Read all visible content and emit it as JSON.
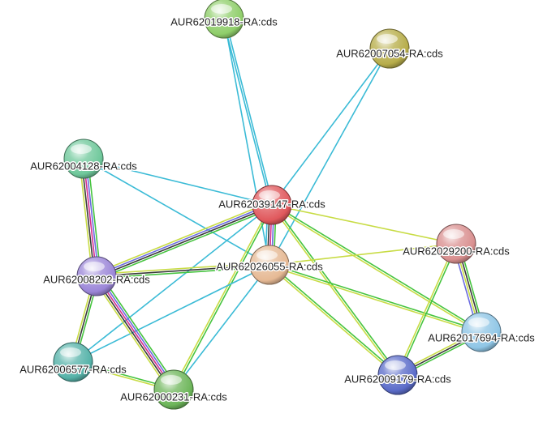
{
  "network": {
    "nodes": [
      {
        "id": "n1",
        "label": "AUR62019918-RA:cds",
        "color": "#8fce6a"
      },
      {
        "id": "n2",
        "label": "AUR62007054-RA:cds",
        "color": "#b7ad4a"
      },
      {
        "id": "n3",
        "label": "AUR62004128-RA:cds",
        "color": "#6fc89b"
      },
      {
        "id": "n4",
        "label": "AUR62039147-RA:cds",
        "color": "#e0585c"
      },
      {
        "id": "n5",
        "label": "AUR62029200-RA:cds",
        "color": "#d98f8f"
      },
      {
        "id": "n6",
        "label": "AUR62026055-RA:cds",
        "color": "#e6b994"
      },
      {
        "id": "n7",
        "label": "AUR62008202-RA:cds",
        "color": "#9b86d8"
      },
      {
        "id": "n8",
        "label": "AUR62017694-RA:cds",
        "color": "#8fc6e6"
      },
      {
        "id": "n9",
        "label": "AUR62006577-RA:cds",
        "color": "#56b3a9"
      },
      {
        "id": "n10",
        "label": "AUR62009179-RA:cds",
        "color": "#5b6cc9"
      },
      {
        "id": "n11",
        "label": "AUR62000231-RA:cds",
        "color": "#6db65a"
      }
    ],
    "evidence_colors": {
      "database": "#3bbbd6",
      "textmining": "#c8dc45",
      "coexpression": "#3a3a3a",
      "experiments": "#d6318f",
      "neighborhood": "#46c43f",
      "homology": "#6b6be0"
    },
    "edges": [
      {
        "source": "n1",
        "target": "n4",
        "evidence": [
          "database",
          "database"
        ]
      },
      {
        "source": "n1",
        "target": "n6",
        "evidence": [
          "database"
        ]
      },
      {
        "source": "n2",
        "target": "n4",
        "evidence": [
          "database"
        ]
      },
      {
        "source": "n2",
        "target": "n6",
        "evidence": [
          "database"
        ]
      },
      {
        "source": "n3",
        "target": "n4",
        "evidence": [
          "database"
        ]
      },
      {
        "source": "n3",
        "target": "n6",
        "evidence": [
          "database"
        ]
      },
      {
        "source": "n3",
        "target": "n7",
        "evidence": [
          "neighborhood",
          "homology",
          "experiments",
          "coexpression",
          "textmining"
        ]
      },
      {
        "source": "n4",
        "target": "n6",
        "evidence": [
          "neighborhood",
          "homology",
          "experiments",
          "coexpression",
          "database"
        ]
      },
      {
        "source": "n4",
        "target": "n7",
        "evidence": [
          "neighborhood",
          "coexpression",
          "homology",
          "textmining"
        ]
      },
      {
        "source": "n4",
        "target": "n5",
        "evidence": [
          "textmining"
        ]
      },
      {
        "source": "n4",
        "target": "n8",
        "evidence": [
          "neighborhood",
          "textmining"
        ]
      },
      {
        "source": "n4",
        "target": "n10",
        "evidence": [
          "neighborhood",
          "textmining"
        ]
      },
      {
        "source": "n4",
        "target": "n9",
        "evidence": [
          "database"
        ]
      },
      {
        "source": "n4",
        "target": "n11",
        "evidence": [
          "neighborhood",
          "textmining"
        ]
      },
      {
        "source": "n6",
        "target": "n7",
        "evidence": [
          "neighborhood",
          "coexpression",
          "textmining"
        ]
      },
      {
        "source": "n6",
        "target": "n5",
        "evidence": [
          "textmining"
        ]
      },
      {
        "source": "n6",
        "target": "n8",
        "evidence": [
          "neighborhood",
          "textmining"
        ]
      },
      {
        "source": "n6",
        "target": "n10",
        "evidence": [
          "neighborhood",
          "textmining"
        ]
      },
      {
        "source": "n6",
        "target": "n9",
        "evidence": [
          "database"
        ]
      },
      {
        "source": "n6",
        "target": "n11",
        "evidence": [
          "database"
        ]
      },
      {
        "source": "n7",
        "target": "n9",
        "evidence": [
          "neighborhood",
          "coexpression",
          "textmining"
        ]
      },
      {
        "source": "n7",
        "target": "n11",
        "evidence": [
          "neighborhood",
          "homology",
          "experiments",
          "coexpression",
          "textmining"
        ]
      },
      {
        "source": "n5",
        "target": "n8",
        "evidence": [
          "neighborhood",
          "coexpression",
          "textmining",
          "homology"
        ]
      },
      {
        "source": "n5",
        "target": "n10",
        "evidence": [
          "neighborhood",
          "textmining"
        ]
      },
      {
        "source": "n8",
        "target": "n10",
        "evidence": [
          "neighborhood",
          "coexpression",
          "textmining"
        ]
      },
      {
        "source": "n9",
        "target": "n11",
        "evidence": [
          "neighborhood",
          "textmining"
        ]
      }
    ]
  }
}
